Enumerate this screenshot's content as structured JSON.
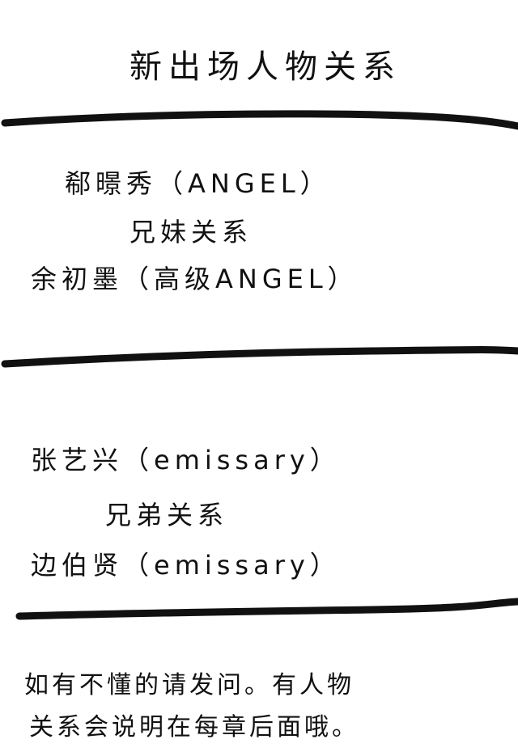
{
  "title": "新出场人物关系",
  "section_angel": {
    "character_1": "郗暻秀（ANGEL）",
    "relation": "兄妹关系",
    "character_2": "余初墨（高级ANGEL）"
  },
  "section_emissary": {
    "character_1": "张艺兴（emissary）",
    "relation": "兄弟关系",
    "character_2": "边伯贤（emissary）"
  },
  "note": {
    "line_1": "如有不懂的请发问。有人物",
    "line_2": "关系会说明在每章后面哦。"
  },
  "colors": {
    "ink": "#111111",
    "paper": "#ffffff"
  }
}
